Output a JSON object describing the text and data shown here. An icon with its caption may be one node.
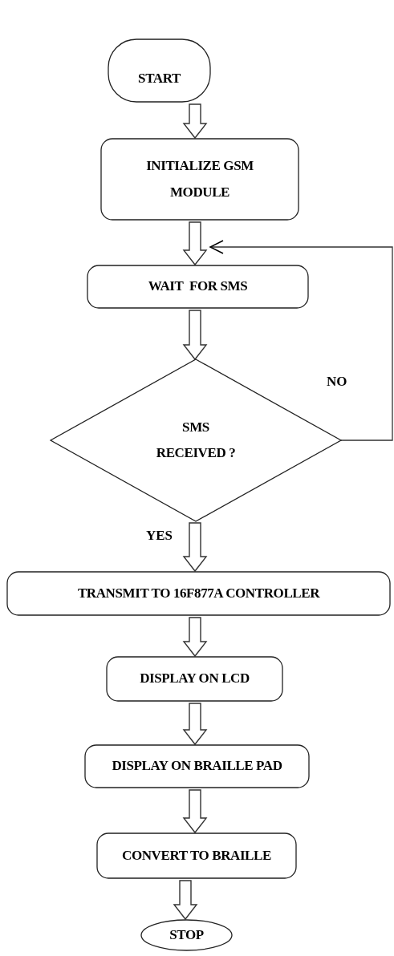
{
  "diagram": {
    "nodes": [
      {
        "text": [
          "START"
        ]
      },
      {
        "text": [
          "INITIALIZE GSM MODULE"
        ]
      },
      {
        "text": [
          "WAIT  FOR SMS"
        ]
      },
      {
        "text": [
          "SMS RECEIVED ?"
        ]
      },
      {
        "text": [
          "TRANSMIT TO 16F877A CONTROLLER"
        ]
      },
      {
        "text": [
          "DISPLAY ON LCD"
        ]
      },
      {
        "text": [
          "DISPLAY ON BRAILLE PAD"
        ]
      },
      {
        "text": [
          "CONVERT TO BRAILLE"
        ]
      },
      {
        "text": [
          "STOP"
        ]
      }
    ],
    "edges": [
      {
        "from": 0,
        "to": 1,
        "arrow": "to"
      },
      {
        "from": 1,
        "to": 2,
        "arrow": "to"
      },
      {
        "from": 2,
        "to": 3,
        "arrow": "to"
      },
      {
        "from": 3,
        "to": 4,
        "arrow": "to",
        "label": "YES"
      },
      {
        "from": 4,
        "to": 5,
        "arrow": "to"
      },
      {
        "from": 5,
        "to": 6,
        "arrow": "to"
      },
      {
        "from": 6,
        "to": 7,
        "arrow": "to"
      },
      {
        "from": 7,
        "to": 8,
        "arrow": "to"
      },
      {
        "from": 3,
        "to": 2,
        "arrow": "to",
        "label": "NO"
      }
    ]
  }
}
